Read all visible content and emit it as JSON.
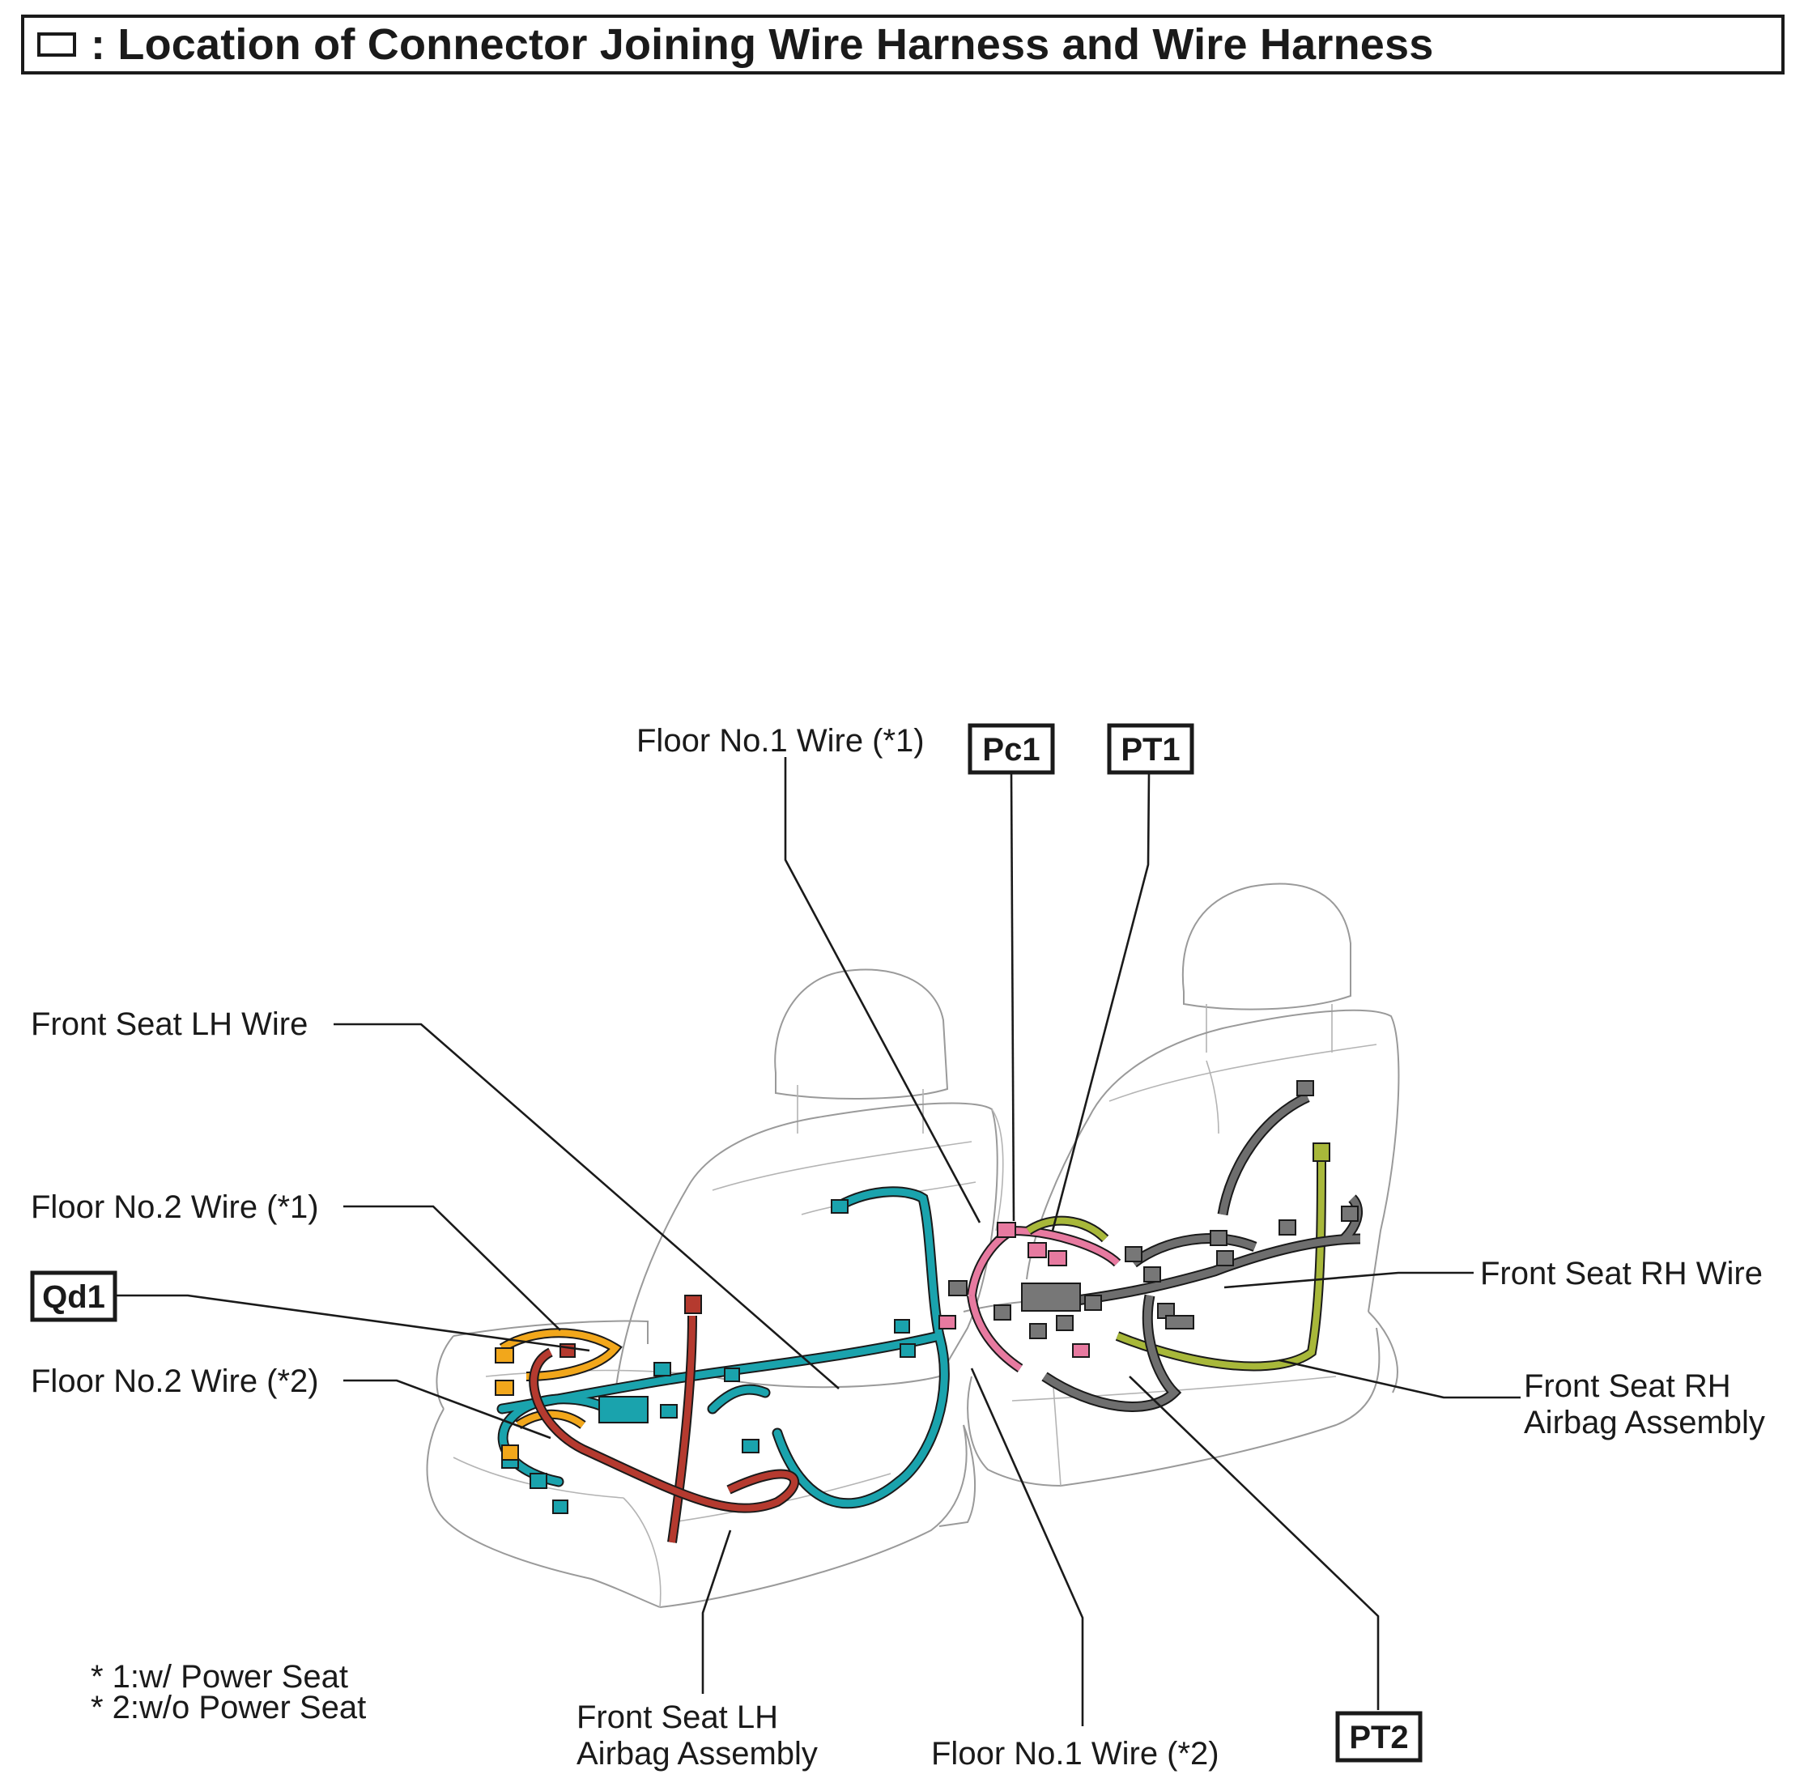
{
  "title": ": Location of Connector Joining Wire Harness and Wire Harness",
  "labels": {
    "floor1_p1": "Floor No.1 Wire (*1)",
    "front_lh_wire": "Front Seat LH Wire",
    "floor2_p1": "Floor No.2 Wire (*1)",
    "floor2_p2": "Floor No.2 Wire (*2)",
    "front_rh_wire": "Front Seat RH Wire",
    "rh_airbag_1": "Front Seat RH",
    "rh_airbag_2": "Airbag Assembly",
    "lh_airbag_1": "Front Seat LH",
    "lh_airbag_2": "Airbag Assembly",
    "floor1_p2": "Floor No.1 Wire (*2)"
  },
  "connectors": {
    "pc1": "Pc1",
    "pt1": "PT1",
    "qd1": "Qd1",
    "pt2": "PT2"
  },
  "notes": {
    "n1": "* 1:w/ Power Seat",
    "n2": "* 2:w/o Power Seat"
  },
  "colors": {
    "teal_wire": "#1aa3ad",
    "red_wire": "#b53a2f",
    "orange_wire": "#f2a71b",
    "pink_wire": "#e77aa0",
    "olive_wire": "#a8b83a",
    "gray_wire": "#6e6e6e"
  }
}
